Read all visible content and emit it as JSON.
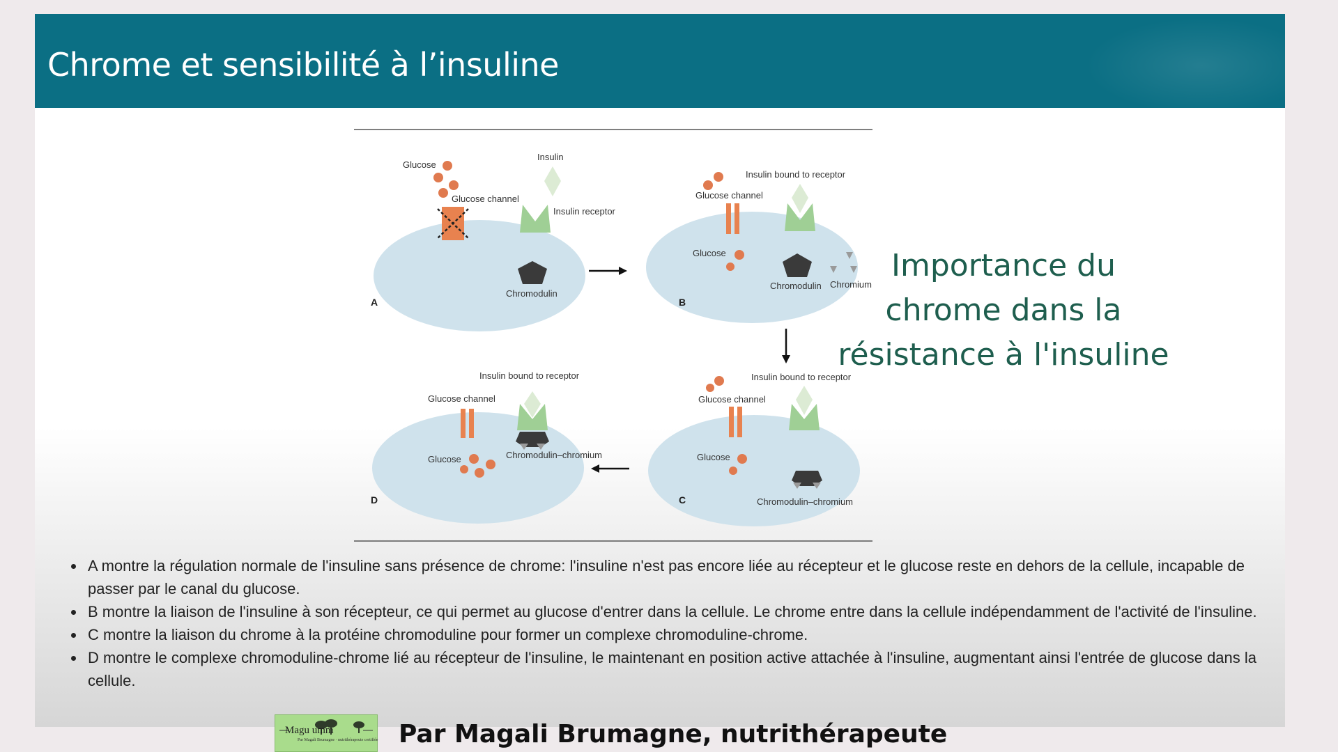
{
  "slide": {
    "title": "Chrome et sensibilité à l’insuline",
    "side_text": [
      "Importance du",
      "chrome dans la",
      "résistance à l'insuline"
    ]
  },
  "figure": {
    "panel_a": {
      "letter": "A",
      "labels": {
        "glucose": "Glucose",
        "insulin": "Insulin",
        "glucose_channel": "Glucose channel",
        "insulin_receptor": "Insulin receptor",
        "chromodulin": "Chromodulin"
      }
    },
    "panel_b": {
      "letter": "B",
      "labels": {
        "insulin_bound": "Insulin bound to receptor",
        "glucose_channel": "Glucose channel",
        "glucose": "Glucose",
        "chromodulin": "Chromodulin",
        "chromium": "Chromium"
      }
    },
    "panel_c": {
      "letter": "C",
      "labels": {
        "insulin_bound": "Insulin bound to receptor",
        "glucose_channel": "Glucose channel",
        "glucose": "Glucose",
        "chromodulin_chromium": "Chromodulin–chromium"
      }
    },
    "panel_d": {
      "letter": "D",
      "labels": {
        "insulin_bound": "Insulin bound to receptor",
        "glucose_channel": "Glucose channel",
        "glucose": "Glucose",
        "chromodulin_chromium": "Chromodulin–chromium"
      }
    }
  },
  "bullets": [
    "A montre la régulation normale de l'insuline sans présence de chrome: l'insuline n'est pas encore liée au récepteur et le glucose reste en dehors de la cellule, incapable de passer par le canal du glucose.",
    "B montre la liaison de l'insuline à son récepteur, ce qui permet au glucose d'entrer dans la cellule. Le chrome entre dans la cellule indépendamment de l'activité de l'insuline.",
    "C montre la liaison du chrome à la protéine chromoduline pour former un complexe chromoduline-chrome.",
    "D montre le complexe chromoduline-chrome lié au récepteur de l'insuline, le maintenant en position active attachée à l'insuline, augmentant ainsi l'entrée de glucose dans la cellule."
  ],
  "footer": {
    "logo_word": "Magu  umm",
    "logo_sub": "Par Magali Brumagne · nutrithérapeute certifiée",
    "credit": "Par Magali Brumagne, nutrithérapeute"
  },
  "colors": {
    "title_bar": "#0b6f84",
    "side_text": "#1e5e4e",
    "cell": "#cfe2ec",
    "glucose": "#e07a4f",
    "channel": "#e8824f",
    "receptor": "#9fcf95",
    "insulin": "#dcebd4",
    "chromodulin": "#3a3a3a",
    "chromium": "#9a9a9a",
    "logo_bg": "#a9dc8c"
  },
  "icons": [
    "arrow-right-icon",
    "arrow-down-icon",
    "arrow-left-icon",
    "tree-icon"
  ]
}
